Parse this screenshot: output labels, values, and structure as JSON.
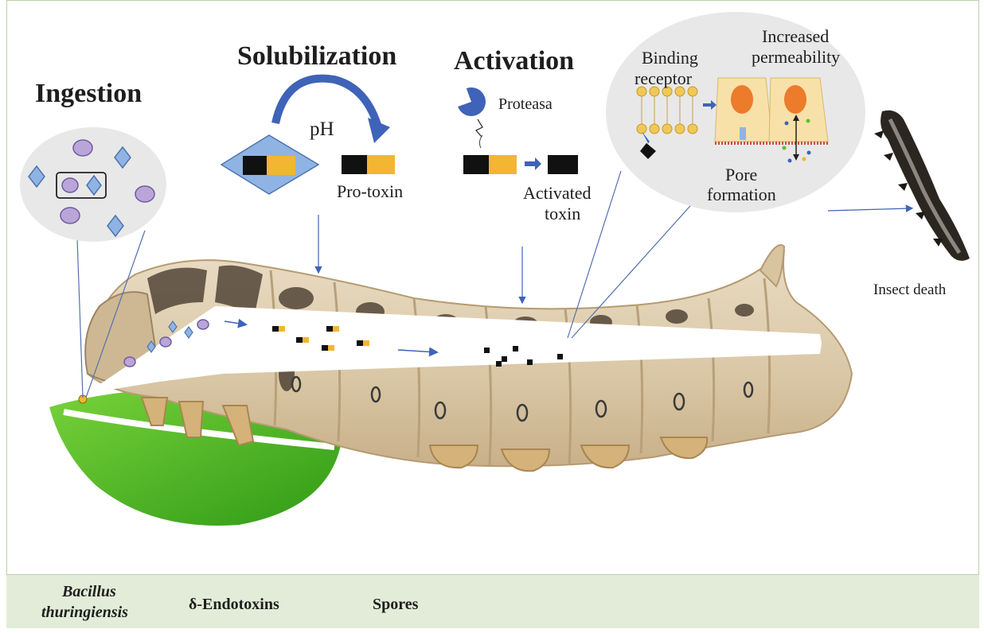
{
  "stages": {
    "ingestion": "Ingestion",
    "solubilization": "Solubilization",
    "activation": "Activation"
  },
  "labels": {
    "ph": "pH",
    "pro_toxin": "Pro-toxin",
    "proteasa": "Proteasa",
    "activated_toxin_line1": "Activated",
    "activated_toxin_line2": "toxin",
    "binding_receptor_line1": "Binding",
    "binding_receptor_line2": "receptor",
    "increased_permeability_line1": "Increased",
    "increased_permeability_line2": "permeability",
    "pore_formation_line1": "Pore",
    "pore_formation_line2": "formation",
    "insect_death": "Insect death"
  },
  "legend": {
    "bt_line1": "Bacillus",
    "bt_line2": "thuringiensis",
    "endotoxins": "δ-Endotoxins",
    "spores": "Spores"
  },
  "colors": {
    "toxin_yellow": "#f2b632",
    "toxin_black": "#111111",
    "crystal_blue": "#8fb4e3",
    "spore_purple": "#b9a5d8",
    "arrow_blue": "#3f63b8",
    "leaf_green": "#5cbf2a",
    "legend_bg": "#e3ecd8"
  }
}
